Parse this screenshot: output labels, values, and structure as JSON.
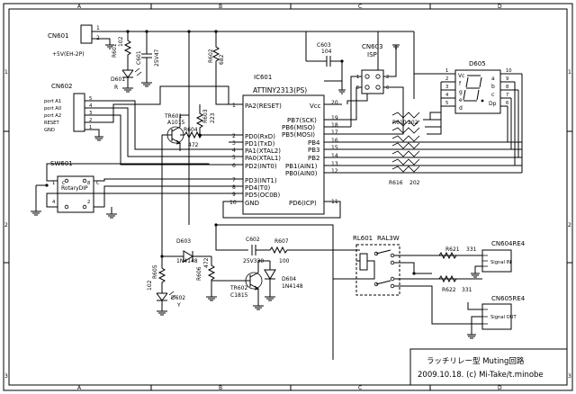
{
  "frame": {
    "cols": [
      "A",
      "B",
      "C",
      "D"
    ],
    "rows": [
      "1",
      "2",
      "3"
    ]
  },
  "power": {
    "cn601": "CN601",
    "cn601_pins": [
      "1",
      "2"
    ],
    "supply_label": "+5V(EH-2P)",
    "r601": "R601",
    "r601_value": "102",
    "c601": "C601",
    "c601_value": "25V47",
    "d601": "D601",
    "d601_color": "R",
    "r602": "R602",
    "r602_value": "682",
    "c603": "C603",
    "c603_value": "104"
  },
  "ic": {
    "ref": "IC601",
    "part": "ATTINY2313(PS)",
    "left_pins": [
      {
        "num": "1",
        "name": "PA2(RESET)"
      },
      {
        "num": "2",
        "name": "PD0(RxD)"
      },
      {
        "num": "3",
        "name": "PD1(TxD)"
      },
      {
        "num": "4",
        "name": "PA1(XTAL2)"
      },
      {
        "num": "5",
        "name": "PA0(XTAL1)"
      },
      {
        "num": "6",
        "name": "PD2(INT0)"
      },
      {
        "num": "7",
        "name": "PD3(INT1)"
      },
      {
        "num": "8",
        "name": "PD4(T0)"
      },
      {
        "num": "9",
        "name": "PD5(OC0B)"
      },
      {
        "num": "10",
        "name": "GND"
      }
    ],
    "right_pins": [
      {
        "num": "20",
        "name": "Vcc"
      },
      {
        "num": "19",
        "name": "PB7(SCK)"
      },
      {
        "num": "18",
        "name": "PB6(MISO)"
      },
      {
        "num": "17",
        "name": "PB5(MOSI)"
      },
      {
        "num": "16",
        "name": "PB4"
      },
      {
        "num": "15",
        "name": "PB3"
      },
      {
        "num": "14",
        "name": "PB2"
      },
      {
        "num": "13",
        "name": "PB1(AIN1)"
      },
      {
        "num": "12",
        "name": "PB0(AIN0)"
      },
      {
        "num": "11",
        "name": "PD6(ICP)"
      }
    ]
  },
  "isp": {
    "ref": "CN603",
    "name": "ISP",
    "pins": [
      "1",
      "2",
      "5",
      "6"
    ]
  },
  "port": {
    "ref": "CN602",
    "labels": [
      "port A1",
      "port A0",
      "port A2",
      "RESET",
      "GND"
    ],
    "pins": [
      "5",
      "4",
      "3",
      "2",
      "1"
    ]
  },
  "transistors": {
    "tr601": "TR601",
    "tr601_part": "A1015",
    "r603": "R603",
    "r603_value": "223",
    "r604": "R604",
    "r604_value": "472",
    "tr602": "TR602",
    "tr602_part": "C1815",
    "r606": "R606",
    "r606_value": "472"
  },
  "switch": {
    "ref": "SW601",
    "name": "RotaryDIP",
    "pins": [
      "1",
      "4",
      "8",
      "2"
    ],
    "pin_labels": [
      "C",
      "C"
    ]
  },
  "segment": {
    "ref": "D605",
    "pins_left": [
      "Vc",
      "f",
      "g",
      "e",
      "d"
    ],
    "pins_right": [
      "a",
      "b",
      "c",
      "Dp"
    ],
    "num_left": [
      "1",
      "2",
      "3",
      "4",
      "5"
    ],
    "num_right": [
      "10",
      "9",
      "8",
      "7",
      "6"
    ],
    "network": [
      "R610",
      "202",
      "R616",
      "202"
    ]
  },
  "muting": {
    "d603": "D603",
    "d603_part": "1N4148",
    "r605": "R605",
    "r605_value": "102",
    "d602": "D602",
    "d602_color": "Y",
    "c602": "C602",
    "c602_value": "25V330",
    "r607": "R607",
    "r607_value": "100",
    "d604": "D604",
    "d604_part": "1N4148"
  },
  "relay": {
    "ref": "RL601",
    "part": "RAL3W",
    "r621": "R621",
    "r621_value": "331",
    "r622": "R622",
    "r622_value": "331",
    "cn604": "CN604RE4",
    "cn604_label": "Signal IN",
    "cn605": "CN605RE4",
    "cn605_label": "Signal OUT"
  },
  "title_block": {
    "line1": "ラッチリレー型  Muting回路",
    "line2": "2009.10.18. (c) Mi-Take/t.minobe"
  }
}
